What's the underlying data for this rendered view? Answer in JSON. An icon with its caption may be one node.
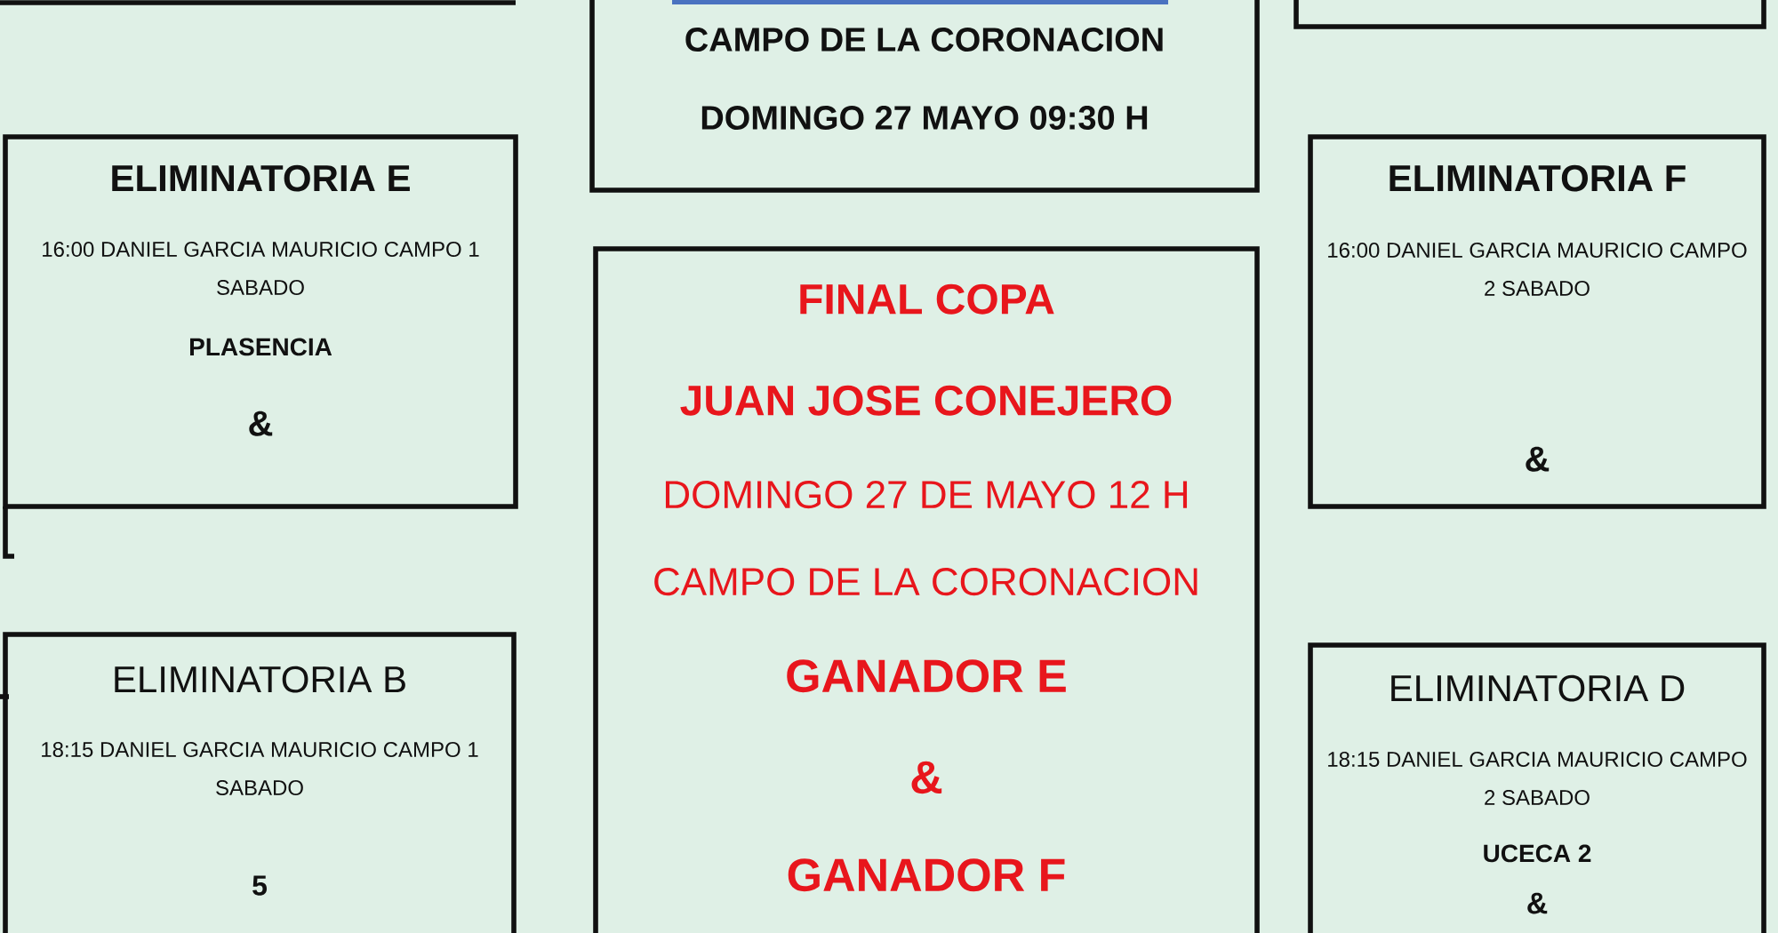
{
  "diagram": {
    "nodes": [
      {
        "text": [],
        "shape": "box"
      },
      {
        "text": [
          "CAMPO DE LA CORONACION",
          "DOMINGO 27 MAYO 09:30 H"
        ]
      },
      {
        "text": [],
        "shape": "box"
      },
      {
        "text": [
          "ELIMINATORIA E",
          "16:00 DANIEL GARCIA MAURICIO CAMPO 1 SABADO",
          "PLASENCIA",
          "&"
        ]
      },
      {
        "text": [
          "FINAL COPA",
          "JUAN JOSE CONEJERO",
          "DOMINGO 27 DE MAYO 12 H",
          "CAMPO DE LA CORONACION",
          "GANADOR E",
          "&",
          "GANADOR F"
        ]
      },
      {
        "text": [
          "ELIMINATORIA F",
          "16:00 DANIEL GARCIA MAURICIO CAMPO 2 SABADO",
          "&"
        ]
      },
      {
        "text": [
          "ELIMINATORIA B",
          "18:15 DANIEL GARCIA MAURICIO CAMPO 1 SABADO",
          "5"
        ]
      },
      {
        "text": [
          "ELIMINATORIA D",
          "18:15 DANIEL GARCIA MAURICIO CAMPO 2 SABADO",
          "UCECA 2",
          "&"
        ]
      }
    ]
  }
}
